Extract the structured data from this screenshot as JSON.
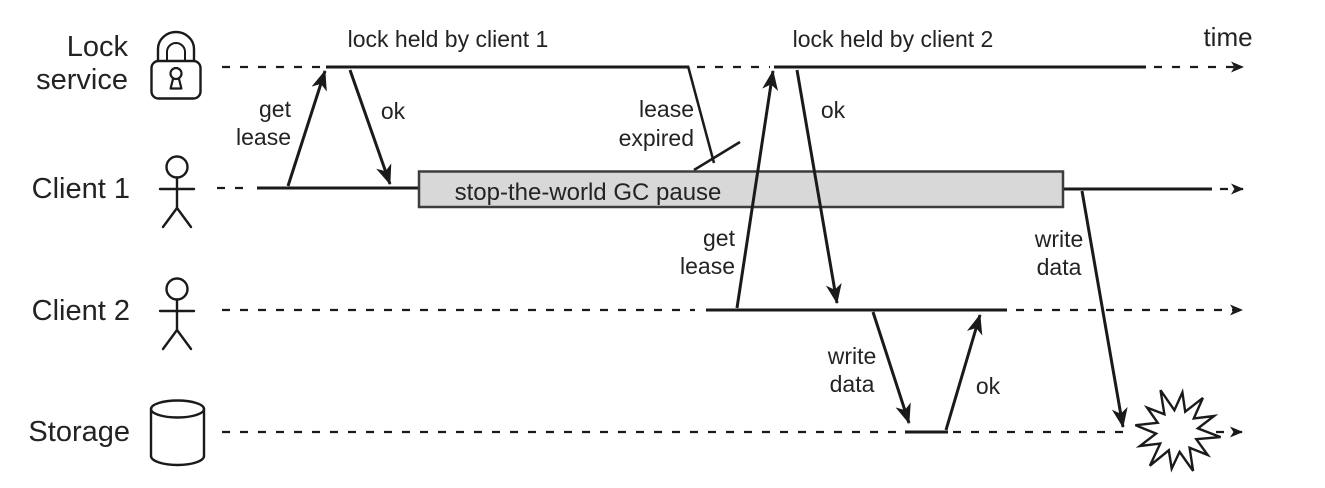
{
  "colors": {
    "line": "#1a1a1a",
    "text": "#232323",
    "box_fill": "#d8d8d8",
    "box_border": "#3d3d3d",
    "background": "#ffffff"
  },
  "header": {
    "lock_held_1": "lock held by client 1",
    "lock_held_2": "lock held by client 2",
    "time_label": "time"
  },
  "rows": [
    {
      "id": "lock-service",
      "label_line1": "Lock",
      "label_line2": "service",
      "icon": "padlock-icon"
    },
    {
      "id": "client-1",
      "label": "Client 1",
      "icon": "person-icon"
    },
    {
      "id": "client-2",
      "label": "Client 2",
      "icon": "person-icon"
    },
    {
      "id": "storage",
      "label": "Storage",
      "icon": "database-cylinder-icon"
    }
  ],
  "messages": {
    "client1_get_lease_line1": "get",
    "client1_get_lease_line2": "lease",
    "client1_ok": "ok",
    "lease_expired_line1": "lease",
    "lease_expired_line2": "expired",
    "client2_get_lease_line1": "get",
    "client2_get_lease_line2": "lease",
    "client2_ok": "ok",
    "client2_write_line1": "write",
    "client2_write_line2": "data",
    "storage_ok": "ok",
    "client1_write_line1": "write",
    "client1_write_line2": "data",
    "gc_pause": "stop-the-world GC pause"
  }
}
